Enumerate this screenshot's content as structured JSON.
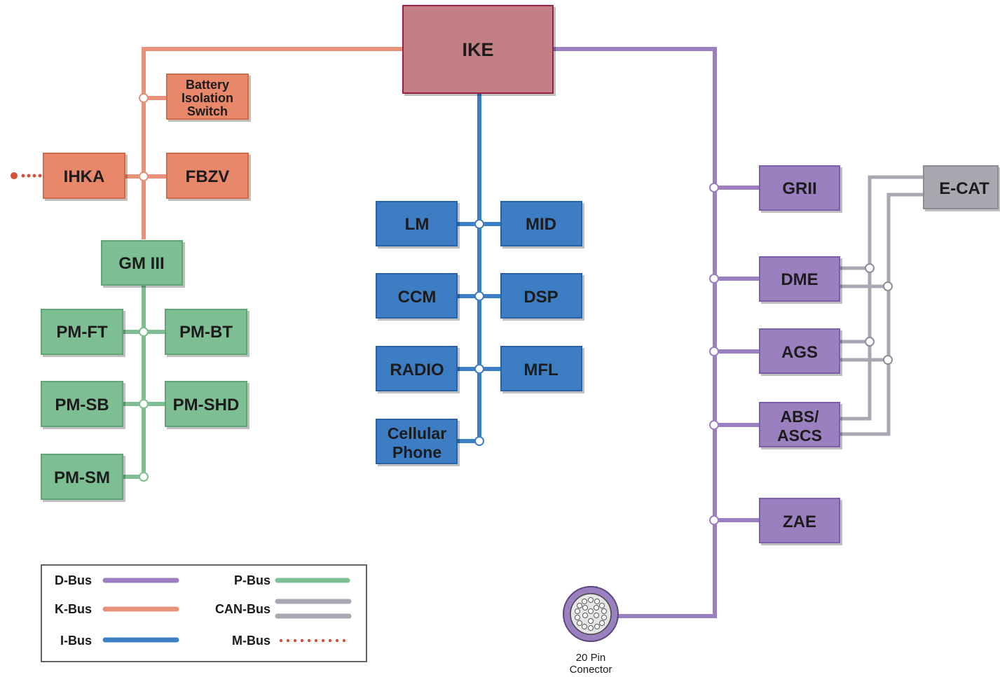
{
  "modules": {
    "ike": "IKE",
    "battery_isolation": [
      "Battery",
      "Isolation",
      "Switch"
    ],
    "ihka": "IHKA",
    "fbzv": "FBZV",
    "gm3": "GM III",
    "pm_ft": "PM-FT",
    "pm_bt": "PM-BT",
    "pm_sb": "PM-SB",
    "pm_shd": "PM-SHD",
    "pm_sm": "PM-SM",
    "lm": "LM",
    "mid": "MID",
    "ccm": "CCM",
    "dsp": "DSP",
    "radio": "RADIO",
    "mfl": "MFL",
    "cellular_phone": [
      "Cellular",
      "Phone"
    ],
    "grii": "GRII",
    "dme": "DME",
    "ags": "AGS",
    "abs_ascs": [
      "ABS/",
      "ASCS"
    ],
    "zae": "ZAE",
    "ecat": "E-CAT"
  },
  "connector": [
    "20 Pin",
    "Conector"
  ],
  "legend": {
    "d_bus": "D-Bus",
    "k_bus": "K-Bus",
    "i_bus": "I-Bus",
    "p_bus": "P-Bus",
    "can_bus": "CAN-Bus",
    "m_bus": "M-Bus"
  },
  "colors": {
    "k_bus": "#e8927a",
    "i_bus": "#3d7fc6",
    "p_bus": "#7dbf93",
    "d_bus": "#9b7fc0",
    "can_bus": "#a8a8b2",
    "m_bus": "#d9503a",
    "ike_fill": "#c27f84",
    "k_module_fill": "#e8876a",
    "i_module_fill": "#3d7dc4",
    "p_module_fill": "#7dbf93",
    "d_module_fill": "#9b80c0",
    "ecat_fill": "#a8a8b0"
  }
}
